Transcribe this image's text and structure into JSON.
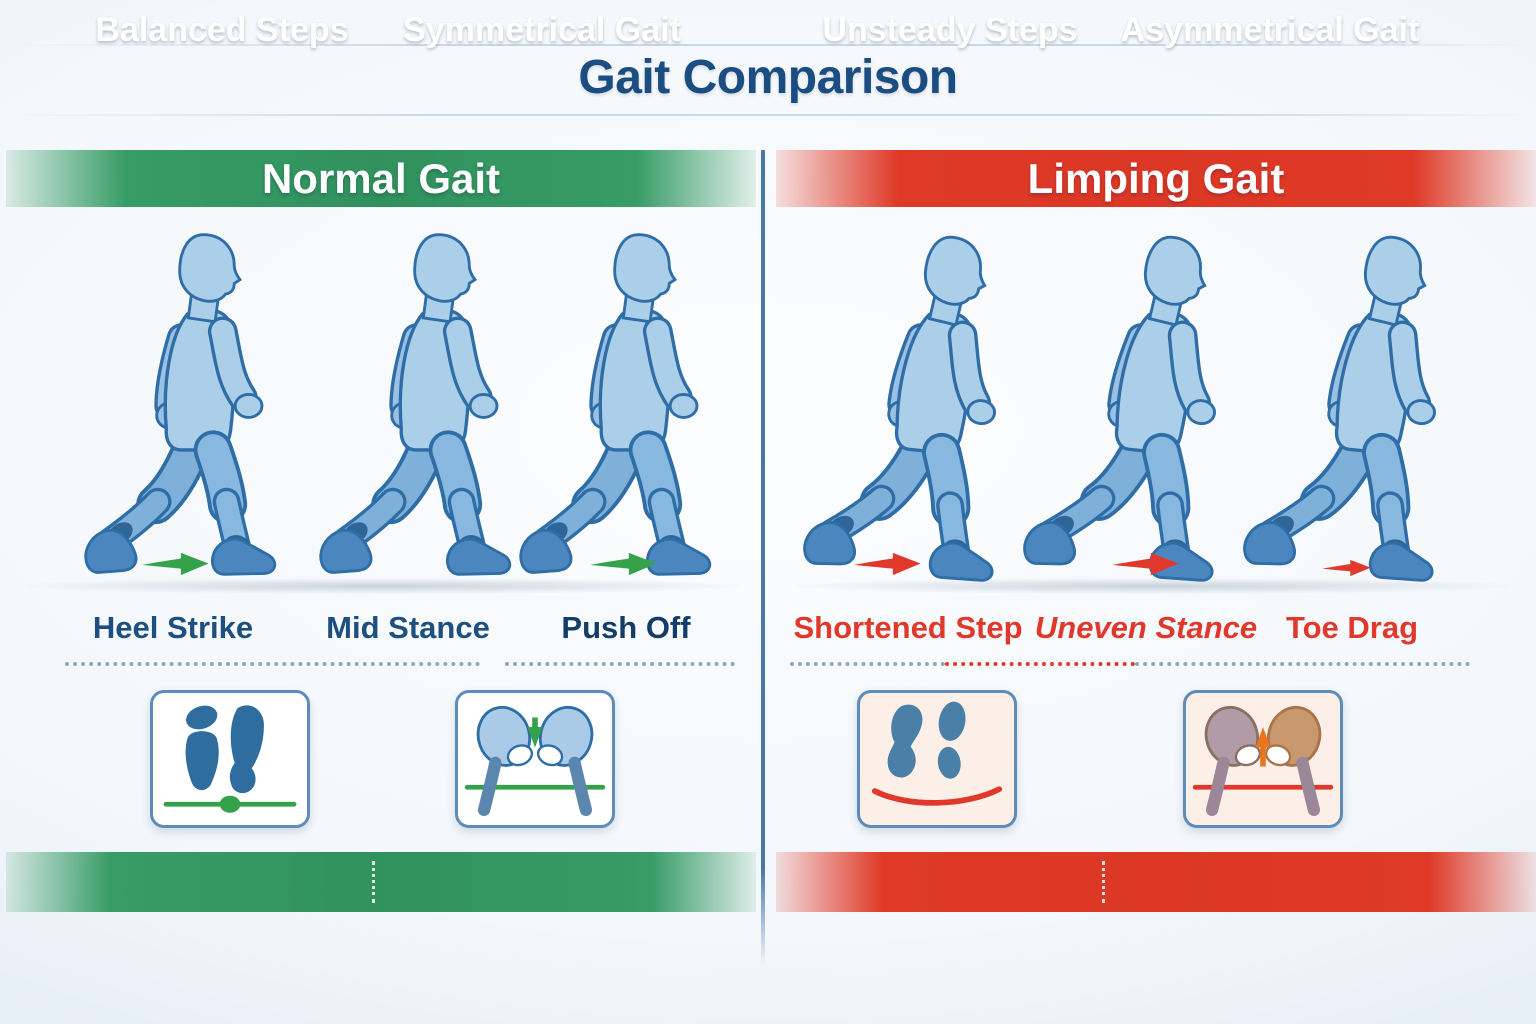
{
  "title": "Gait Comparison",
  "left": {
    "header": "Normal Gait",
    "phases": [
      {
        "label": "Heel Strike",
        "arrow_icon": "green-step-arrow-icon"
      },
      {
        "label": "Mid Stance",
        "arrow_icon": null
      },
      {
        "label": "Push Off",
        "arrow_icon": "green-step-arrow-icon"
      }
    ],
    "cards": [
      {
        "icon": "balanced-footprints-icon"
      },
      {
        "icon": "symmetrical-pelvis-icon"
      }
    ],
    "footer": {
      "first": "Balanced Steps",
      "second": "Symmetrical Gait"
    }
  },
  "right": {
    "header": "Limping Gait",
    "phases": [
      {
        "label": "Shortened Step",
        "arrow_icon": "red-step-arrow-icon"
      },
      {
        "label": "Uneven Stance",
        "arrow_icon": "red-step-arrow-icon"
      },
      {
        "label": "Toe Drag",
        "arrow_icon": "red-step-arrow-icon"
      }
    ],
    "cards": [
      {
        "icon": "unsteady-footprints-icon"
      },
      {
        "icon": "asymmetrical-pelvis-icon"
      }
    ],
    "footer": {
      "first": "Unsteady Steps",
      "second": "Asymmetrical Gait"
    }
  },
  "colors": {
    "title_blue": "#1c4d80",
    "green_banner": "#379c66",
    "red_banner": "#df3a28",
    "green_accent": "#35a24b",
    "red_accent": "#e0392b",
    "orange_accent": "#e8761e",
    "label_blue": "#1d5080",
    "label_blue_dark": "#123d66",
    "dotted_blue": "#8aa8c4",
    "divider_blue": "#4678a8",
    "figure_outline": "#2e6da6",
    "figure_body": "#abcee9",
    "figure_limb": "#88b7e0",
    "figure_limb_dark": "#7fb0da",
    "figure_arm_back": "#9ac1e3",
    "figure_shoe": "#4b87be",
    "figure_sock": "#30659a",
    "footprint_blue": "#2e6d9e",
    "blob_blue": "#4a80a8",
    "pelvis_blue": "#a9cbe7",
    "femur_blue": "#5b87ae",
    "pelvis_gray": "#b09ba6",
    "pelvis_tan": "#c9986f",
    "femur_gray": "#9b8798",
    "card_border": "#5d8cb8",
    "card_bg_normal": "#ffffff",
    "card_bg_limping": "#fcefe8",
    "bg_edge": "#d9e5f1",
    "bg_center": "#fcfdfe"
  }
}
